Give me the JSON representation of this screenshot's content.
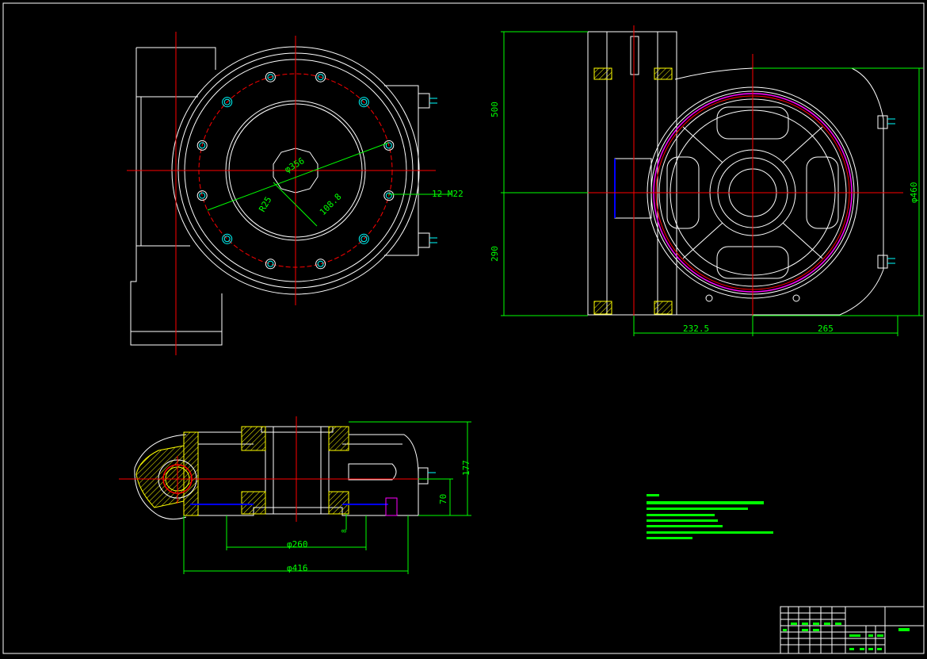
{
  "colors": {
    "background": "#000000",
    "outline": "#ffffff",
    "centerline": "#ff0000",
    "dimension": "#00ff00",
    "bolt": "#00ffff",
    "hatch": "#ffff00",
    "accent": "#ff00ff",
    "seal": "#0000ff"
  },
  "front_view": {
    "dim_dia": "φ356",
    "dim_r": "R25",
    "dim_108": "108.8",
    "dim_holes": "12-M22"
  },
  "side_view": {
    "dim_500": "500",
    "dim_290": "290",
    "dim_232": "232.5",
    "dim_265": "265",
    "dim_460": "φ460"
  },
  "section_view": {
    "dim_177": "177",
    "dim_70": "70",
    "dim_260": "φ260",
    "dim_416": "φ416",
    "dim_small": "8"
  }
}
